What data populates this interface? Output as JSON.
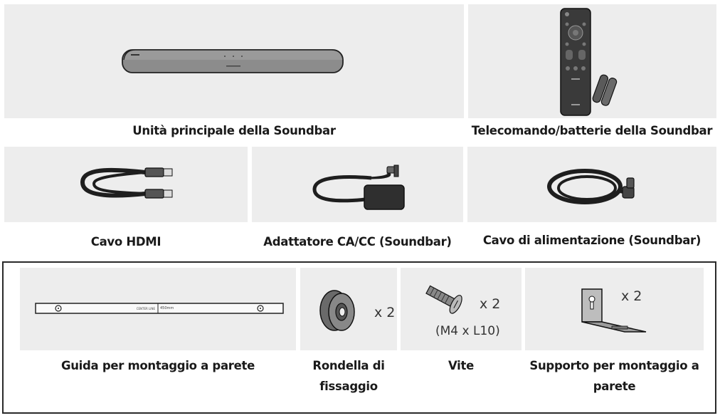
{
  "items": {
    "soundbar": {
      "label": "Unità principale della Soundbar"
    },
    "remote": {
      "label": "Telecomando/batterie della Soundbar"
    },
    "hdmi": {
      "label": "Cavo HDMI"
    },
    "adapter": {
      "label": "Adattatore CA/CC (Soundbar)"
    },
    "power_cable": {
      "label": "Cavo di alimentazione (Soundbar)"
    },
    "wall_guide": {
      "label": "Guida per montaggio a parete",
      "ruler_center": "CENTER LINE",
      "ruler_size": "450mm"
    },
    "washer": {
      "label_line1": "Rondella di",
      "label_line2": "fissaggio",
      "qty": "x 2"
    },
    "screw": {
      "label": "Vite",
      "qty": "x 2",
      "spec": "(M4 x L10)"
    },
    "bracket": {
      "label_line1": "Supporto per montaggio a",
      "label_line2": "parete",
      "qty": "x 2"
    }
  },
  "icons": {
    "soundbar": "soundbar-illustration",
    "remote": "remote-and-batteries-illustration",
    "hdmi": "hdmi-cable-illustration",
    "adapter": "ac-dc-adapter-illustration",
    "power_cable": "power-cable-illustration",
    "wall_guide": "wall-mount-guide-illustration",
    "washer": "washer-illustration",
    "screw": "screw-illustration",
    "bracket": "wall-bracket-illustration"
  }
}
